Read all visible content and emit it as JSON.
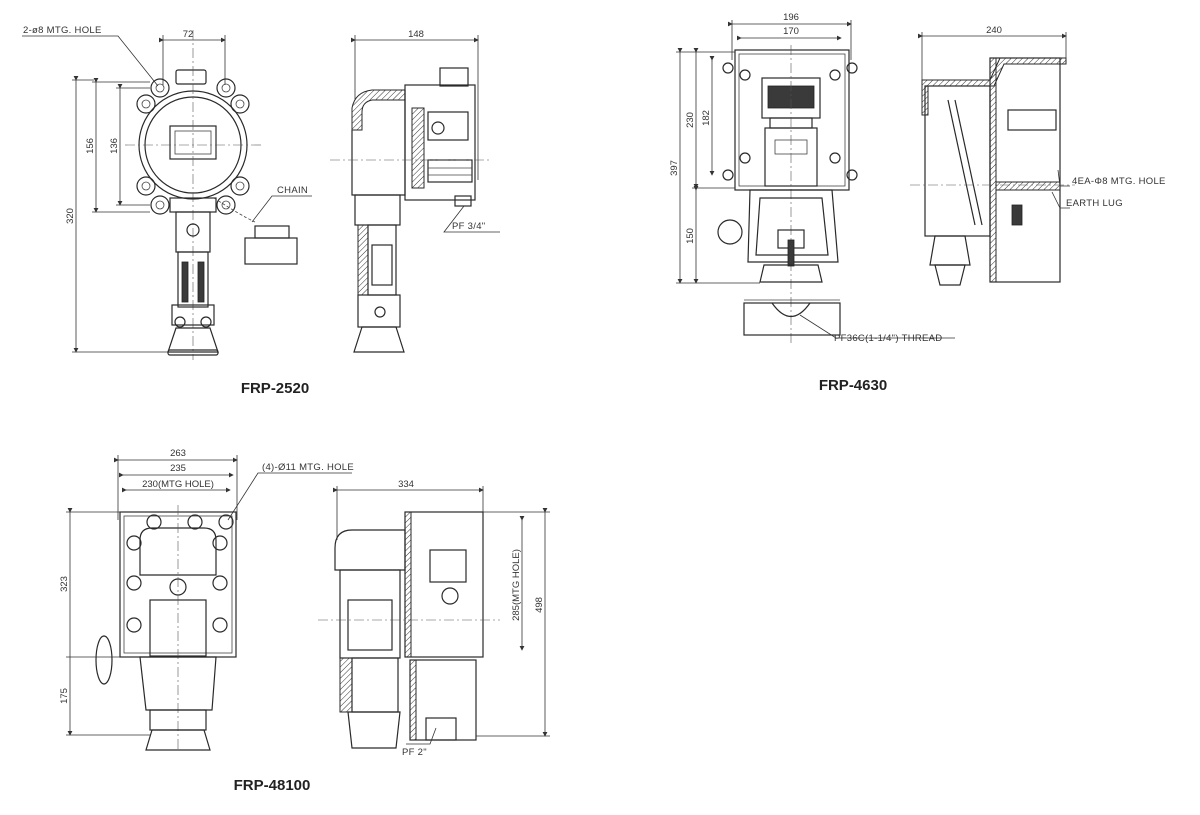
{
  "drawings": [
    {
      "model": "FRP-2520",
      "dimensions": [
        "72",
        "148",
        "156",
        "136",
        "320"
      ],
      "notes": [
        "2-ø8 MTG. HOLE",
        "CHAIN",
        "PF 3/4\""
      ]
    },
    {
      "model": "FRP-4630",
      "dimensions": [
        "196",
        "170",
        "240",
        "230",
        "182",
        "397",
        "150"
      ],
      "notes": [
        "4EA-Φ8 MTG. HOLE",
        "EARTH LUG",
        "PF36C(1-1/4\") THREAD"
      ]
    },
    {
      "model": "FRP-48100",
      "dimensions": [
        "263",
        "235",
        "230(MTG HOLE)",
        "334",
        "323",
        "175",
        "285(MTG HOLE)",
        "498"
      ],
      "notes": [
        "(4)-Ø11 MTG. HOLE",
        "PF 2\""
      ]
    }
  ]
}
